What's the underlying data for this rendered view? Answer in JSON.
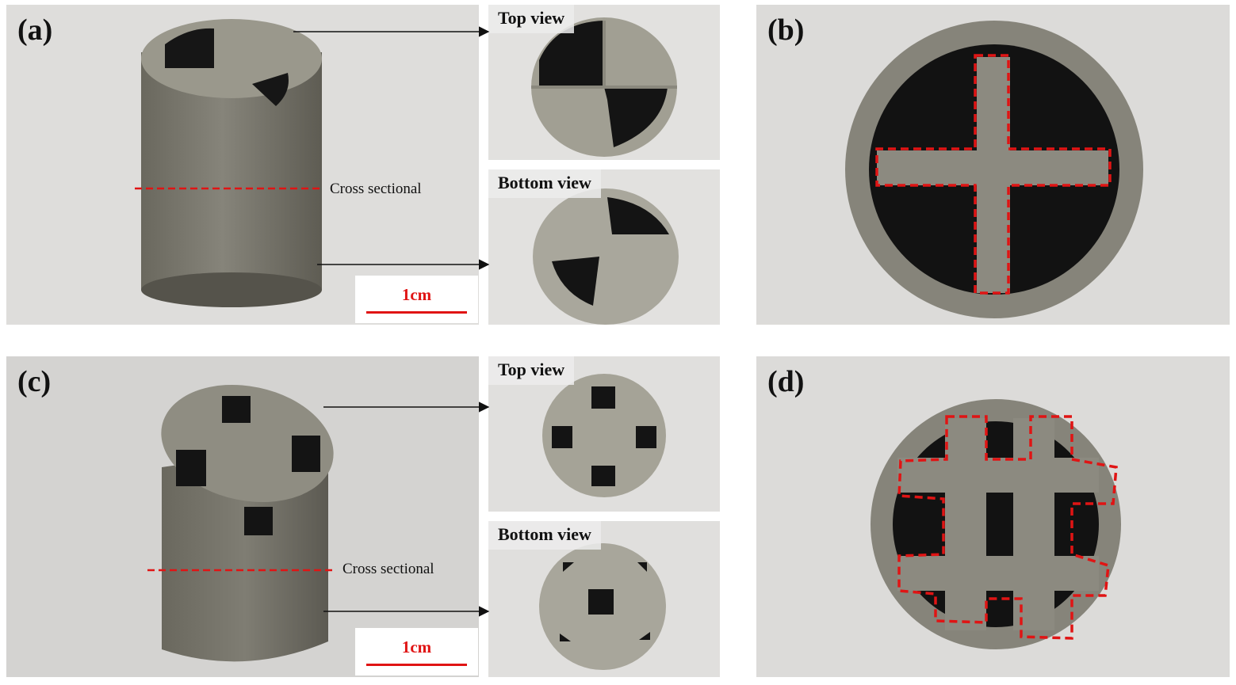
{
  "panels": {
    "a": {
      "label": "(a)",
      "cross_section": "Cross sectional",
      "scale": "1cm"
    },
    "a_top": {
      "label": "Top view"
    },
    "a_bottom": {
      "label": "Bottom view"
    },
    "b": {
      "label": "(b)"
    },
    "c": {
      "label": "(c)",
      "cross_section": "Cross sectional",
      "scale": "1cm"
    },
    "c_top": {
      "label": "Top view"
    },
    "c_bottom": {
      "label": "Bottom view"
    },
    "d": {
      "label": "(d)"
    }
  },
  "colors": {
    "background": "#d9d8d6",
    "sample": "#7c7a70",
    "sample_top": "#9b998d",
    "hole": "#141414",
    "annotation_red": "#e01414"
  }
}
